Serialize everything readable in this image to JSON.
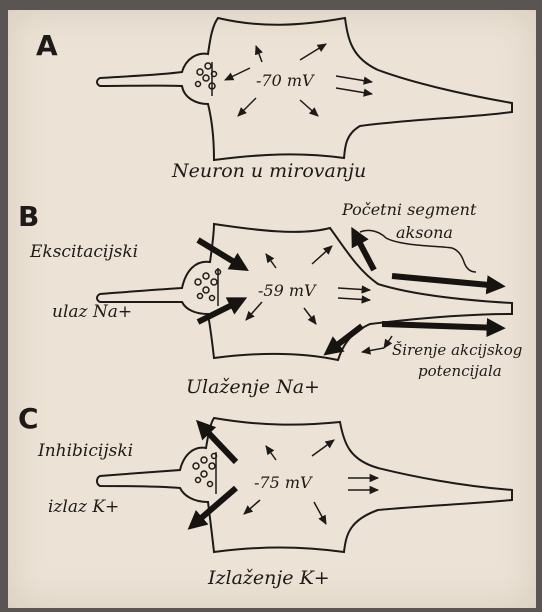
{
  "panels": [
    {
      "letter": "A",
      "potential": "-70 mV",
      "caption": "Neuron u mirovanju"
    },
    {
      "letter": "B",
      "potential": "-59 mV",
      "caption": "Ulaženje Na+",
      "label_input_1": "Ekscitacijski",
      "label_input_2": "ulaz Na+",
      "label_segment_1": "Početni segment",
      "label_segment_2": "aksona",
      "label_spread_1": "Širenje akcijskog",
      "label_spread_2": "potencijala"
    },
    {
      "letter": "C",
      "potential": "-75 mV",
      "caption": "Izlaženje K+",
      "label_output_1": "Inhibicijski",
      "label_output_2": "izlaz K+"
    }
  ],
  "colors": {
    "paper": "#ece3d6",
    "ink": "#1d1a18",
    "background": "#5a5552"
  }
}
